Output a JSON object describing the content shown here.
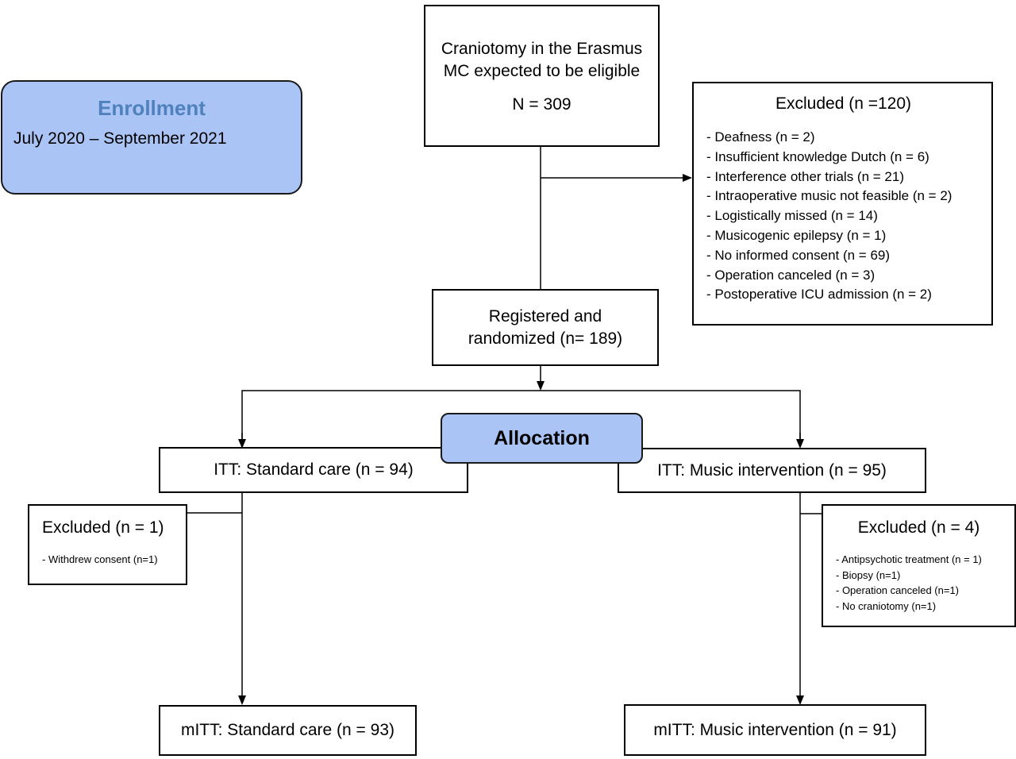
{
  "enrollment": {
    "title": "Enrollment",
    "period": "July 2020 – September 2021",
    "title_color": "#4f81bd",
    "fill_color": "#a9c4f5"
  },
  "eligible": {
    "text": "Craniotomy in the Erasmus MC expected to be eligible",
    "count": "N = 309"
  },
  "excluded_main": {
    "title": "Excluded (n =120)",
    "reasons": [
      "- Deafness (n = 2)",
      "- Insufficient knowledge Dutch (n = 6)",
      "- Interference other trials (n = 21)",
      "- Intraoperative music not feasible (n = 2)",
      "- Logistically missed (n = 14)",
      "- Musicogenic epilepsy (n = 1)",
      "- No informed consent (n = 69)",
      "- Operation canceled (n = 3)",
      "- Postoperative ICU admission (n = 2)"
    ]
  },
  "randomized": {
    "line1": "Registered and",
    "line2": "randomized (n= 189)"
  },
  "allocation": {
    "title": "Allocation"
  },
  "arms": {
    "standard": {
      "itt": "ITT: Standard care (n = 94)",
      "excluded_title": "Excluded (n = 1)",
      "excluded_reasons": [
        "- Withdrew consent (n=1)"
      ],
      "mitt": "mITT: Standard care (n = 93)"
    },
    "music": {
      "itt": "ITT: Music intervention (n = 95)",
      "excluded_title": "Excluded (n = 4)",
      "excluded_reasons": [
        "- Antipsychotic treatment (n = 1)",
        "- Biopsy (n=1)",
        "- Operation canceled (n=1)",
        "- No craniotomy (n=1)"
      ],
      "mitt": "mITT: Music intervention (n = 91)"
    }
  }
}
